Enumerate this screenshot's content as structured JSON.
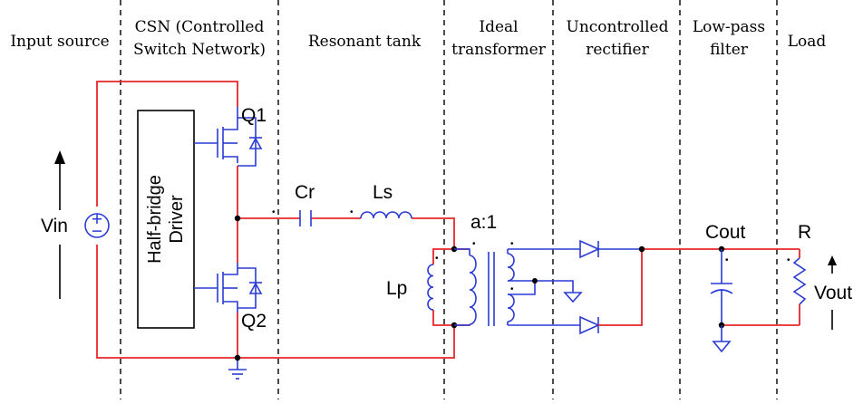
{
  "sections": [
    {
      "line1": "Input source",
      "line2": ""
    },
    {
      "line1": "CSN (Controlled",
      "line2": "Switch Network)"
    },
    {
      "line1": "Resonant tank",
      "line2": ""
    },
    {
      "line1": "Ideal",
      "line2": "transformer"
    },
    {
      "line1": "Uncontrolled",
      "line2": "rectifier"
    },
    {
      "line1": "Low-pass",
      "line2": "filter"
    },
    {
      "line1": "Load",
      "line2": ""
    }
  ],
  "components": {
    "vin": "Vin",
    "vin_sign_plus": "+",
    "vin_sign_minus": "−",
    "q1": "Q1",
    "q2": "Q2",
    "driver_line1": "Half-bridge",
    "driver_line2": "Driver",
    "cr": "Cr",
    "ls": "Ls",
    "lp": "Lp",
    "ratio": "a:1",
    "cout": "Cout",
    "r": "R",
    "vout": "Vout"
  },
  "colors": {
    "power_wire": "#e8262a",
    "component": "#2a3bd6",
    "divider": "#000000"
  }
}
